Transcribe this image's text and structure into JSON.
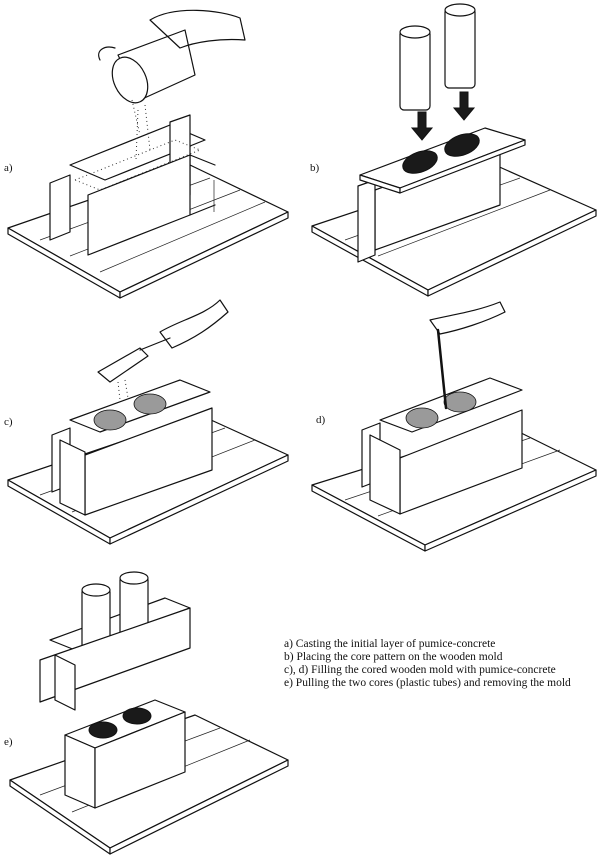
{
  "panels": {
    "a": {
      "label": "a)"
    },
    "b": {
      "label": "b)"
    },
    "c": {
      "label": "c)"
    },
    "d": {
      "label": "d)"
    },
    "e": {
      "label": "e)"
    }
  },
  "legend": {
    "items": [
      "a)  Casting the initial layer of pumice-concrete",
      "b)  Placing the core pattern on the wooden mold",
      "c), d) Filling the cored wooden mold with pumice-concrete",
      "e) Pulling the two cores (plastic tubes) and removing the mold"
    ]
  }
}
